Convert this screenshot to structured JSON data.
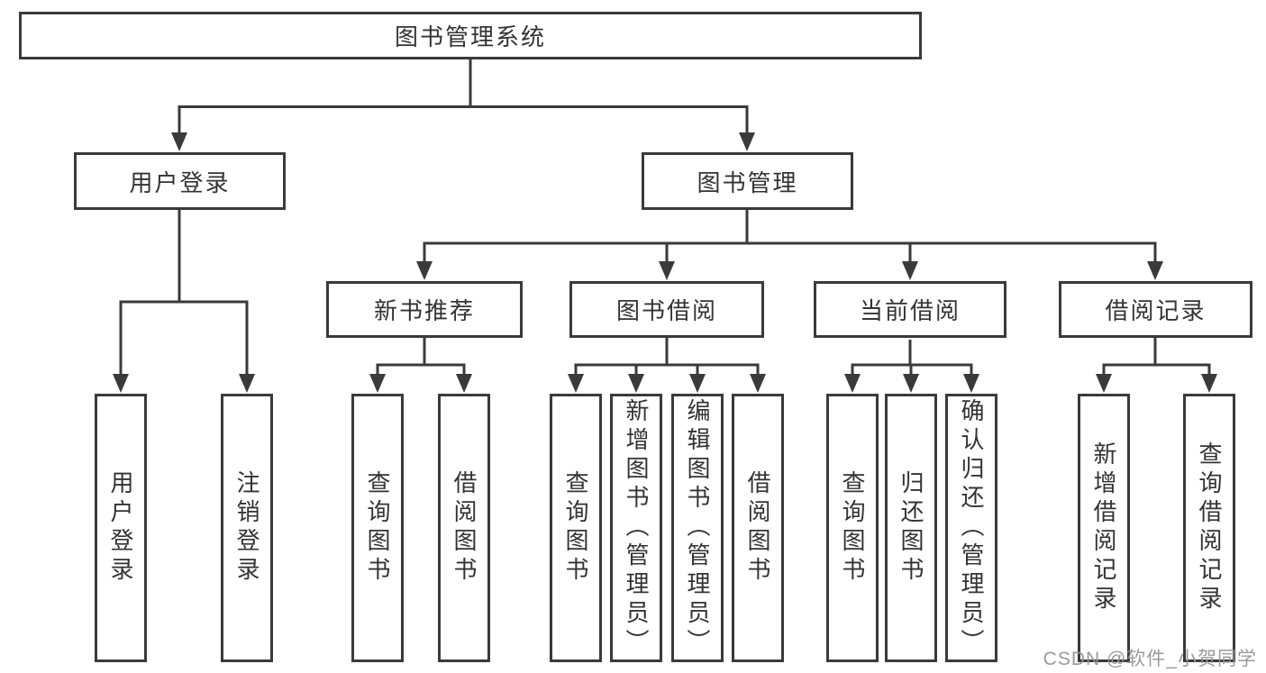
{
  "diagram": {
    "colors": {
      "line": "#3a3a3a",
      "text": "#333333",
      "background": "#ffffff",
      "watermark": "#969696"
    },
    "tree": {
      "root": "图书管理系统",
      "branches": [
        {
          "label": "用户登录",
          "children": [
            {
              "label": "用户登录"
            },
            {
              "label": "注销登录"
            }
          ]
        },
        {
          "label": "图书管理",
          "children": [
            {
              "label": "新书推荐",
              "children": [
                {
                  "label": "查询图书"
                },
                {
                  "label": "借阅图书"
                }
              ]
            },
            {
              "label": "图书借阅",
              "children": [
                {
                  "label": "查询图书"
                },
                {
                  "label": "新增图书（管理员）"
                },
                {
                  "label": "编辑图书（管理员）"
                },
                {
                  "label": "借阅图书"
                }
              ]
            },
            {
              "label": "当前借阅",
              "children": [
                {
                  "label": "查询图书"
                },
                {
                  "label": "归还图书"
                },
                {
                  "label": "确认归还（管理员）"
                }
              ]
            },
            {
              "label": "借阅记录",
              "children": [
                {
                  "label": "新增借阅记录"
                },
                {
                  "label": "查询借阅记录"
                }
              ]
            }
          ]
        }
      ]
    },
    "watermark": "CSDN @软件_小贺同学"
  }
}
